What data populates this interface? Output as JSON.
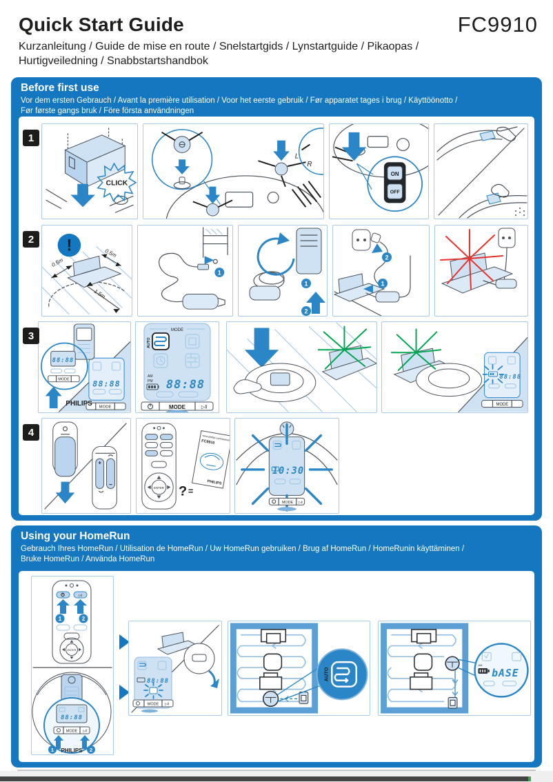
{
  "page": {
    "title": "Quick Start Guide",
    "model": "FC9910",
    "subtitle_line1": "Kurzanleitung / Guide de mise en route / Snelstartgids / Lynstartguide / Pikaopas /",
    "subtitle_line2": "Hurtigveiledning / Snabbstartshandbok"
  },
  "colors": {
    "philips_blue": "#1477c0",
    "illustration_blue": "#2a86c6",
    "light_blue_fill": "#cfe2f4",
    "box_border": "#a9cbe8",
    "step_badge_black": "#1d1d1b",
    "alert_red": "#e8322e",
    "charge_green": "#00a551"
  },
  "sections": {
    "before_first_use": {
      "title": "Before first use",
      "subtitle_line1": "Vor dem ersten Gebrauch / Avant la première utilisation / Voor het eerste gebruik / Før apparatet tages i brug / Käyttöönotto /",
      "subtitle_line2": "Før første gangs bruk / Före första användningen",
      "steps": [
        "1",
        "2",
        "3",
        "4"
      ]
    },
    "using_homerun": {
      "title": "Using your HomeRun",
      "subtitle_line1": "Gebrauch Ihres HomeRun / Utilisation de HomeRun / Uw HomeRun gebruiken / Brug af HomeRun / HomeRunin käyttäminen /",
      "subtitle_line2": "Bruke HomeRun / Använda HomeRun"
    }
  },
  "labels": {
    "click": "CLICK",
    "left": "L",
    "right": "R",
    "on": "ON",
    "off": "OFF",
    "half_meter": "0.5m",
    "one_and_half_meter": "1.5m",
    "num1": "1",
    "num2": "2",
    "exclamation": "!",
    "philips": "PHILIPS",
    "mode": "MODE",
    "play_pause": "▷‖",
    "display_time_blank": "88:88",
    "am": "AM",
    "pm": "PM",
    "auto": "AUTO",
    "question": "?",
    "equals": "=",
    "manual_url": "www.philips.com/welcome",
    "manual_model": "FC9910",
    "enter": "ENTER",
    "display_time_set": "10:30",
    "display_base": "bASE"
  }
}
